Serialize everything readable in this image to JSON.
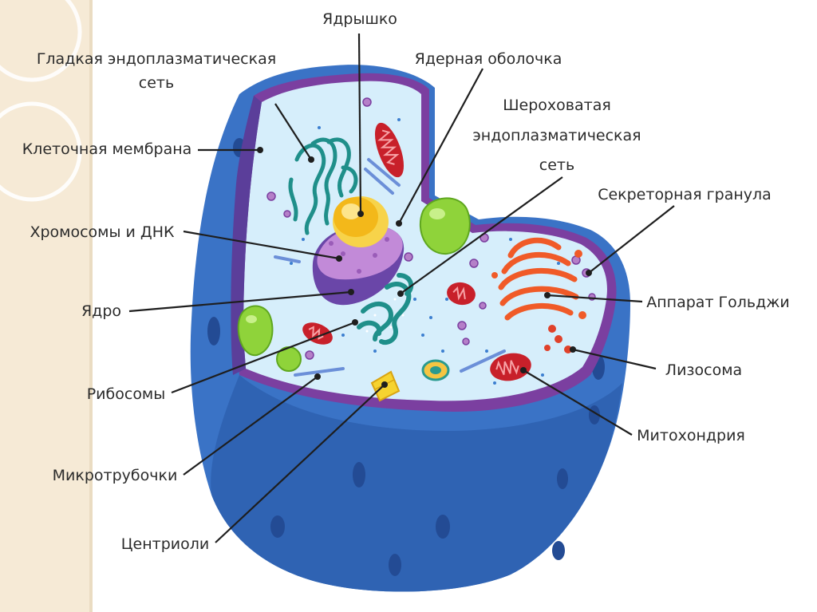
{
  "diagram": {
    "labels": {
      "nucleolus": "Ядрышко",
      "smooth_er_1": "Гладкая эндоплазматическая",
      "smooth_er_2": "сеть",
      "nuclear_envelope": "Ядерная оболочка",
      "rough_er_1": "Шероховатая",
      "rough_er_2": "эндоплазматическая",
      "rough_er_3": "сеть",
      "cell_membrane": "Клеточная мембрана",
      "secretory_granule": "Секреторная гранула",
      "chromosomes": "Хромосомы и ДНК",
      "golgi": "Аппарат Гольджи",
      "nucleus": "Ядро",
      "lysosome": "Лизосома",
      "ribosomes": "Рибосомы",
      "mitochondria": "Митохондрия",
      "microtubules": "Микротрубочки",
      "centrioles": "Центриоли"
    },
    "colors": {
      "cell_outer": "#3a73c6",
      "cell_dark": "#244f9e",
      "membrane": "#7b3fa0",
      "cytoplasm": "#cfe9fa",
      "nucleus": "#a873c4",
      "nucleolus": "#f3c21c",
      "er": "#1f8f8a",
      "golgi": "#f05a28",
      "mitochondria": "#c8202a",
      "vacuole": "#8fd33a"
    }
  }
}
